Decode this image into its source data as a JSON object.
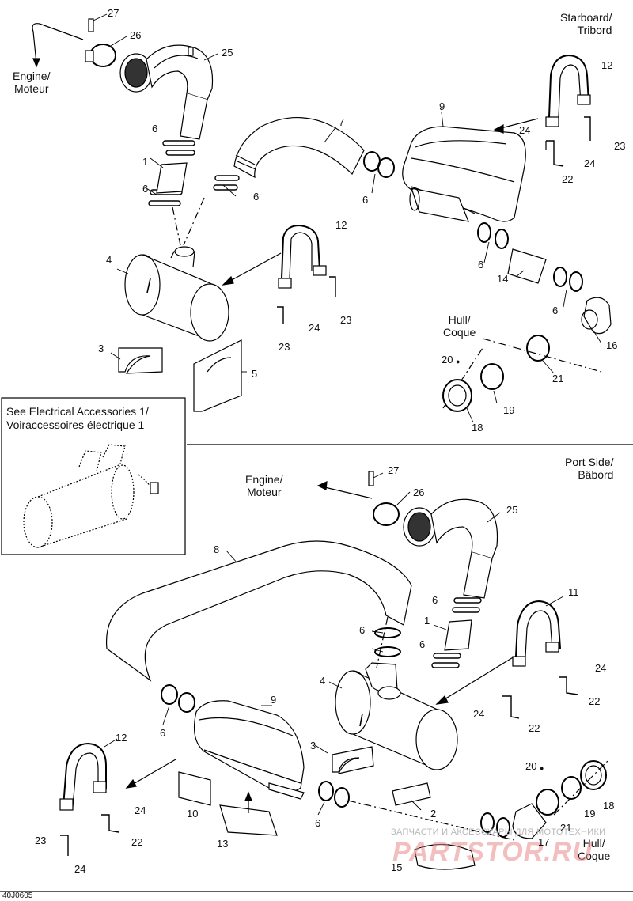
{
  "diagram_code": "40J0605",
  "sections": {
    "starboard": "Starboard/\nTribord",
    "port": "Port Side/\nBâbord"
  },
  "labels": {
    "engine_top": "Engine/\nMoteur",
    "engine_bottom": "Engine/\nMoteur",
    "hull_top": "Hull/\nCoque",
    "hull_bottom": "Hull/\nCoque"
  },
  "inset_text": "See Electrical Accessories 1/\nVoiraccessoires électrique 1",
  "watermark": {
    "text": "ЗАПЧАСТИ И АКСЕССУАРЫ ДЛЯ МОТОТЕХНИКИ",
    "logo": "PARTSTOR.RU"
  },
  "callouts_top": [
    "27",
    "26",
    "25",
    "6",
    "1",
    "6",
    "7",
    "6",
    "9",
    "12",
    "24",
    "23",
    "24",
    "22",
    "6",
    "12",
    "4",
    "24",
    "23",
    "23",
    "6",
    "14",
    "6",
    "3",
    "5",
    "16",
    "21",
    "20",
    "19",
    "18"
  ],
  "callouts_bottom": [
    "27",
    "26",
    "25",
    "8",
    "6",
    "1",
    "6",
    "6",
    "11",
    "4",
    "24",
    "22",
    "24",
    "22",
    "9",
    "6",
    "3",
    "12",
    "24",
    "10",
    "13",
    "6",
    "2",
    "20",
    "19",
    "18",
    "21",
    "17",
    "22",
    "23",
    "24",
    "15"
  ]
}
